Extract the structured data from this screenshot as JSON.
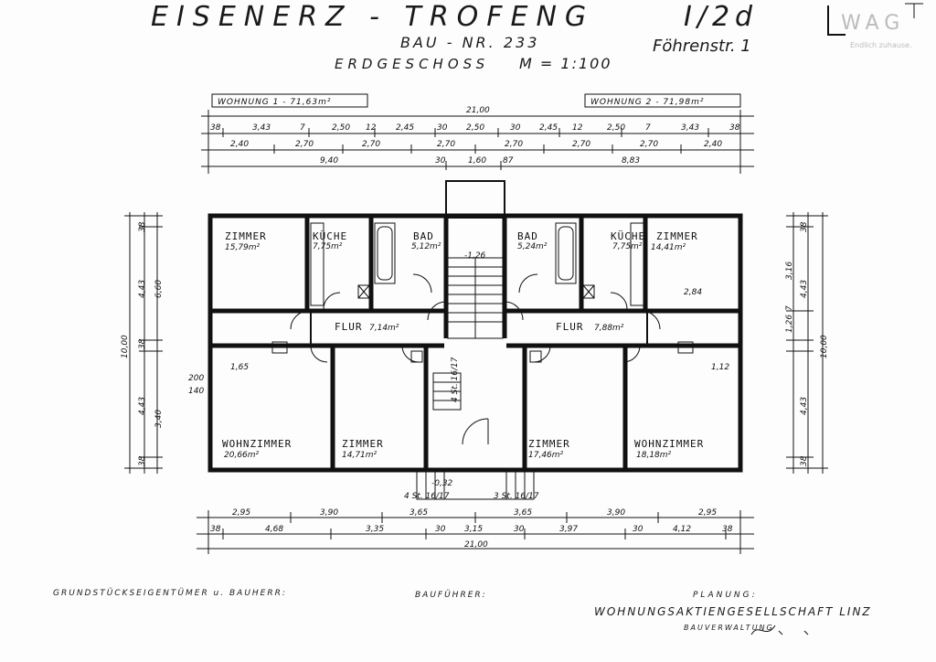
{
  "header": {
    "title": "EISENERZ - TROFENG",
    "code": "I/2d",
    "bau_nr": "BAU - NR. 233",
    "street": "Föhrenstr. 1",
    "floor": "ERDGESCHOSS",
    "scale": "M = 1:100"
  },
  "logo": {
    "mark": "WAG",
    "tagline": "Endlich zuhause."
  },
  "units": {
    "left": "WOHNUNG 1 - 71,63m²",
    "right": "WOHNUNG 2 - 71,98m²"
  },
  "rooms": {
    "zimmer_l": "ZIMMER",
    "zimmer_l_area": "15,79m²",
    "kueche_l": "KÜCHE",
    "kueche_l_area": "7,75m²",
    "bad_l": "BAD",
    "bad_l_area": "5,12m²",
    "bad_r": "BAD",
    "bad_r_area": "5,24m²",
    "kueche_r": "KÜCHE",
    "kueche_r_area": "7,75m²",
    "zimmer_r": "ZIMMER",
    "zimmer_r_area": "14,41m²",
    "flur_l": "FLUR",
    "flur_l_area": "7,14m²",
    "flur_r": "FLUR",
    "flur_r_area": "7,88m²",
    "wohn_l": "WOHNZIMMER",
    "wohn_l_area": "20,66m²",
    "zimmer_ml": "ZIMMER",
    "zimmer_ml_area": "14,71m²",
    "zimmer_mr": "ZIMMER",
    "zimmer_mr_area": "17,46m²",
    "wohn_r": "WOHNZIMMER",
    "wohn_r_area": "18,18m²"
  },
  "dims_top": {
    "total": "21,00",
    "row1": [
      "38",
      "3,43",
      "7",
      "2,50",
      "12",
      "2,45",
      "30",
      "2,50",
      "30",
      "2,45",
      "12",
      "2,50",
      "7",
      "3,43",
      "38"
    ],
    "row2": [
      "2,40",
      "2,70",
      "2,70",
      "2,70",
      "2,70",
      "2,70",
      "2,70",
      "2,40"
    ],
    "row3": [
      "9,40",
      "30",
      "1,60",
      "87",
      "8,83"
    ]
  },
  "dims_bottom": {
    "row1": [
      "2,95",
      "3,90",
      "3,65",
      "3,65",
      "3,90",
      "2,95"
    ],
    "row2": [
      "38",
      "4,68",
      "3,35",
      "30",
      "3,15",
      "30",
      "3,97",
      "30",
      "4,12",
      "38"
    ],
    "total": "21,00"
  },
  "dims_left": [
    "10,00",
    "6,60",
    "4,43",
    "38",
    "4,43",
    "3,40",
    "38",
    "38"
  ],
  "dims_right": [
    "10,00",
    "3,16",
    "4,43",
    "7",
    "1,26",
    "38",
    "4,43",
    "38"
  ],
  "misc": {
    "stair_top": "-1,26",
    "stair_bottom": "-0,32",
    "stair_steps_l": "4 St. 16/17",
    "stair_steps_r": "3 St. 16/17",
    "stair_mid": "4 St. 16/17",
    "d284": "2,84",
    "d200": "200",
    "d140": "140",
    "d165": "1,65",
    "d112": "1,12"
  },
  "footer": {
    "owner": "GRUNDSTÜCKSEIGENTÜMER u. BAUHERR:",
    "builder": "BAUFÜHRER:",
    "planning": "PLANUNG:",
    "company": "WOHNUNGSAKTIENGESELLSCHAFT LINZ",
    "dept": "BAUVERWALTUNG"
  }
}
